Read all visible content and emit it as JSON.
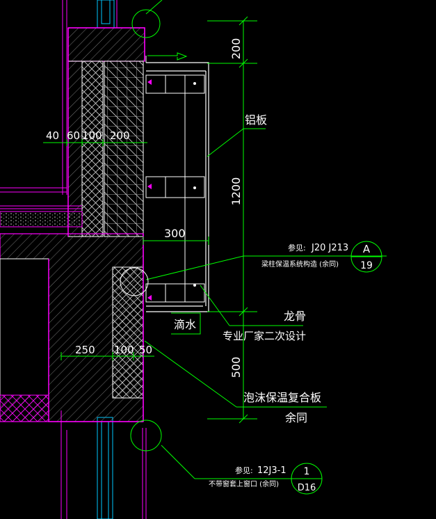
{
  "dimensions": {
    "d200": "200",
    "d1200": "1200",
    "d500": "500",
    "d300": "300",
    "d40": "40",
    "d60": "60",
    "d100_top": "100",
    "d200_h": "200",
    "d250": "250",
    "d100_bottom": "100",
    "d50": "50"
  },
  "labels": {
    "aluminum_panel": "铝板",
    "drip": "滴水",
    "keel": "龙骨",
    "secondary_design": "专业厂家二次设计",
    "foam_board": "泡沫保温复合板",
    "same_elsewhere": "余同"
  },
  "ref_a": {
    "see_prefix": "参见:",
    "codes": "J20 J213",
    "note": "梁柱保温系统构造 (余同)",
    "top": "A",
    "bottom": "19"
  },
  "ref_b": {
    "see_prefix": "参见:",
    "codes": "12J3-1",
    "note": "不带窗套上窗口 (余同)",
    "top": "1",
    "bottom": "D16"
  },
  "colors": {
    "background": "#000000",
    "magenta": "#ff00ff",
    "white": "#ffffff",
    "green": "#00ff00"
  }
}
